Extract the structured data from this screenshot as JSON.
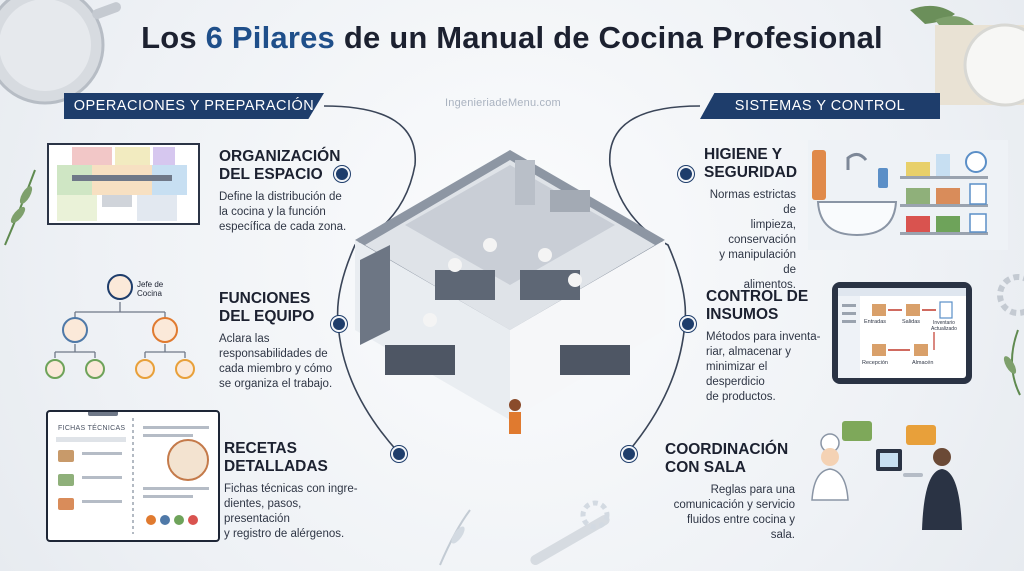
{
  "title": {
    "part1": "Los ",
    "highlight": "6 Pilares",
    "part2": " de un Manual de Cocina Profesional"
  },
  "watermark": "IngenieriadeMenu.com",
  "sections": {
    "left": "OPERACIONES Y PREPARACIÓN",
    "right": "SISTEMAS Y CONTROL"
  },
  "pillars": {
    "espacio": {
      "title_l1": "ORGANIZACIÓN",
      "title_l2": "DEL ESPACIO",
      "desc_l1": "Define la distribución de",
      "desc_l2": "la cocina y la función",
      "desc_l3": "específica de cada zona."
    },
    "equipo": {
      "title_l1": "FUNCIONES",
      "title_l2": "DEL EQUIPO",
      "desc_l1": "Aclara las",
      "desc_l2": "responsabilidades de",
      "desc_l3": "cada miembro y cómo",
      "desc_l4": "se organiza el trabajo."
    },
    "recetas": {
      "title_l1": "RECETAS",
      "title_l2": "DETALLADAS",
      "desc_l1": "Fichas técnicas con ingre-",
      "desc_l2": "dientes, pasos, presentación",
      "desc_l3": "y registro de alérgenos."
    },
    "higiene": {
      "title_l1": "HIGIENE Y",
      "title_l2": "SEGURIDAD",
      "desc_l1": "Normas estrictas de",
      "desc_l2": "limpieza, conservación",
      "desc_l3": "y manipulación de",
      "desc_l4": "alimentos."
    },
    "insumos": {
      "title_l1": "CONTROL DE",
      "title_l2": "INSUMOS",
      "desc_l1": "Métodos para inventa-",
      "desc_l2": "riar, almacenar y",
      "desc_l3": "minimizar el desperdicio",
      "desc_l4": "de productos."
    },
    "sala": {
      "title_l1": "COORDINACIÓN",
      "title_l2": "CON SALA",
      "desc_l1": "Reglas para una",
      "desc_l2": "comunicación y servicio",
      "desc_l3": "fluidos entre cocina y sala."
    }
  },
  "org_chart": {
    "head_l1": "Jefe de",
    "head_l2": "Cocina"
  },
  "clipboard": {
    "label": "FICHAS TÉCNICAS"
  },
  "tablet": {
    "entradas": "Entradas",
    "salidas": "Salidas",
    "inventario_l1": "Inventario",
    "inventario_l2": "Actualizado",
    "recepcion": "Recepción",
    "almacen": "Almacén"
  },
  "colors": {
    "navy": "#1e3d6b",
    "accent_blue": "#1f4f8a",
    "text_dark": "#1c2130"
  },
  "icons": [
    "kitchen-isometric-illustration",
    "floor-plan-icon",
    "org-chart-icon",
    "recipe-clipboard-icon",
    "sink-hygiene-icon",
    "inventory-tablet-icon",
    "chef-waiter-icon"
  ]
}
